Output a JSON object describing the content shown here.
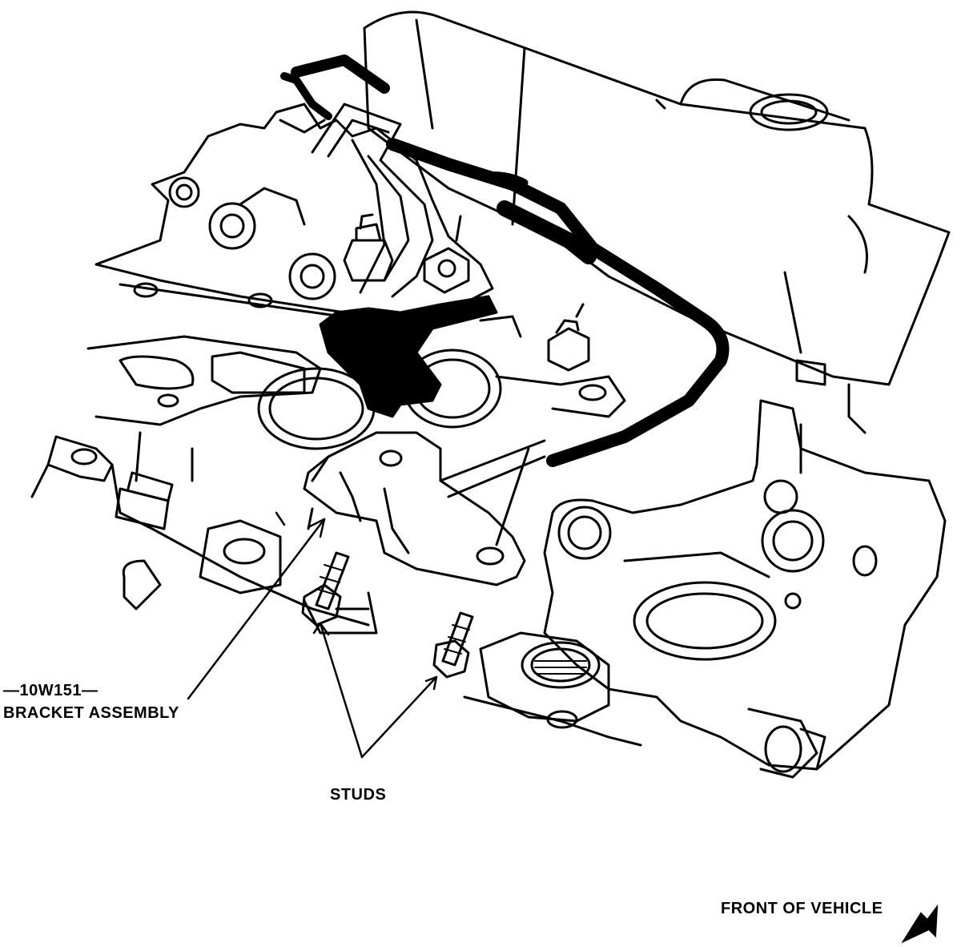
{
  "labels": {
    "part_number": "—10W151—",
    "bracket_assembly": "BRACKET ASSEMBLY",
    "studs": "STUDS",
    "front_of_vehicle": "FRONT OF VEHICLE"
  },
  "colors": {
    "ink": "#000000",
    "paper": "#ffffff"
  },
  "icons": {
    "direction_indicator": "front-direction-arrow-icon"
  }
}
